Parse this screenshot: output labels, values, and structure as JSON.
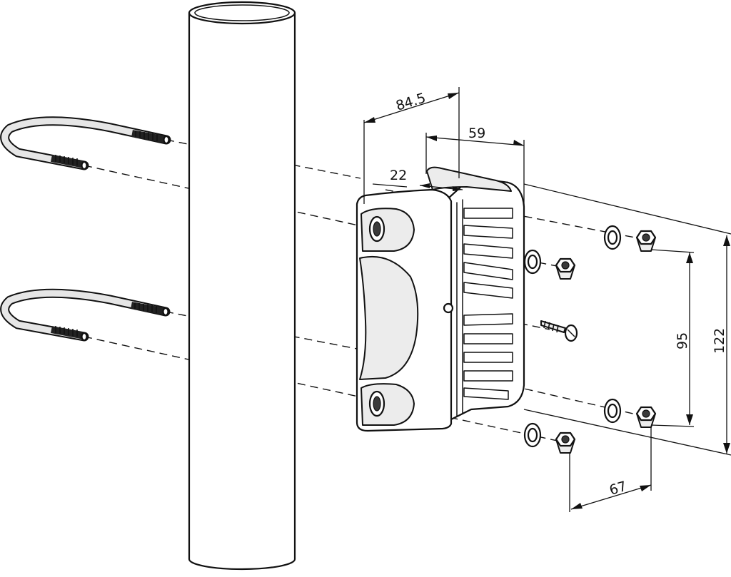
{
  "dimensions": {
    "width_top": "84.5",
    "width_inner": "59",
    "offset": "22",
    "hole_spacing_vertical": "95",
    "height_total": "122",
    "hole_spacing_horizontal": "67"
  }
}
